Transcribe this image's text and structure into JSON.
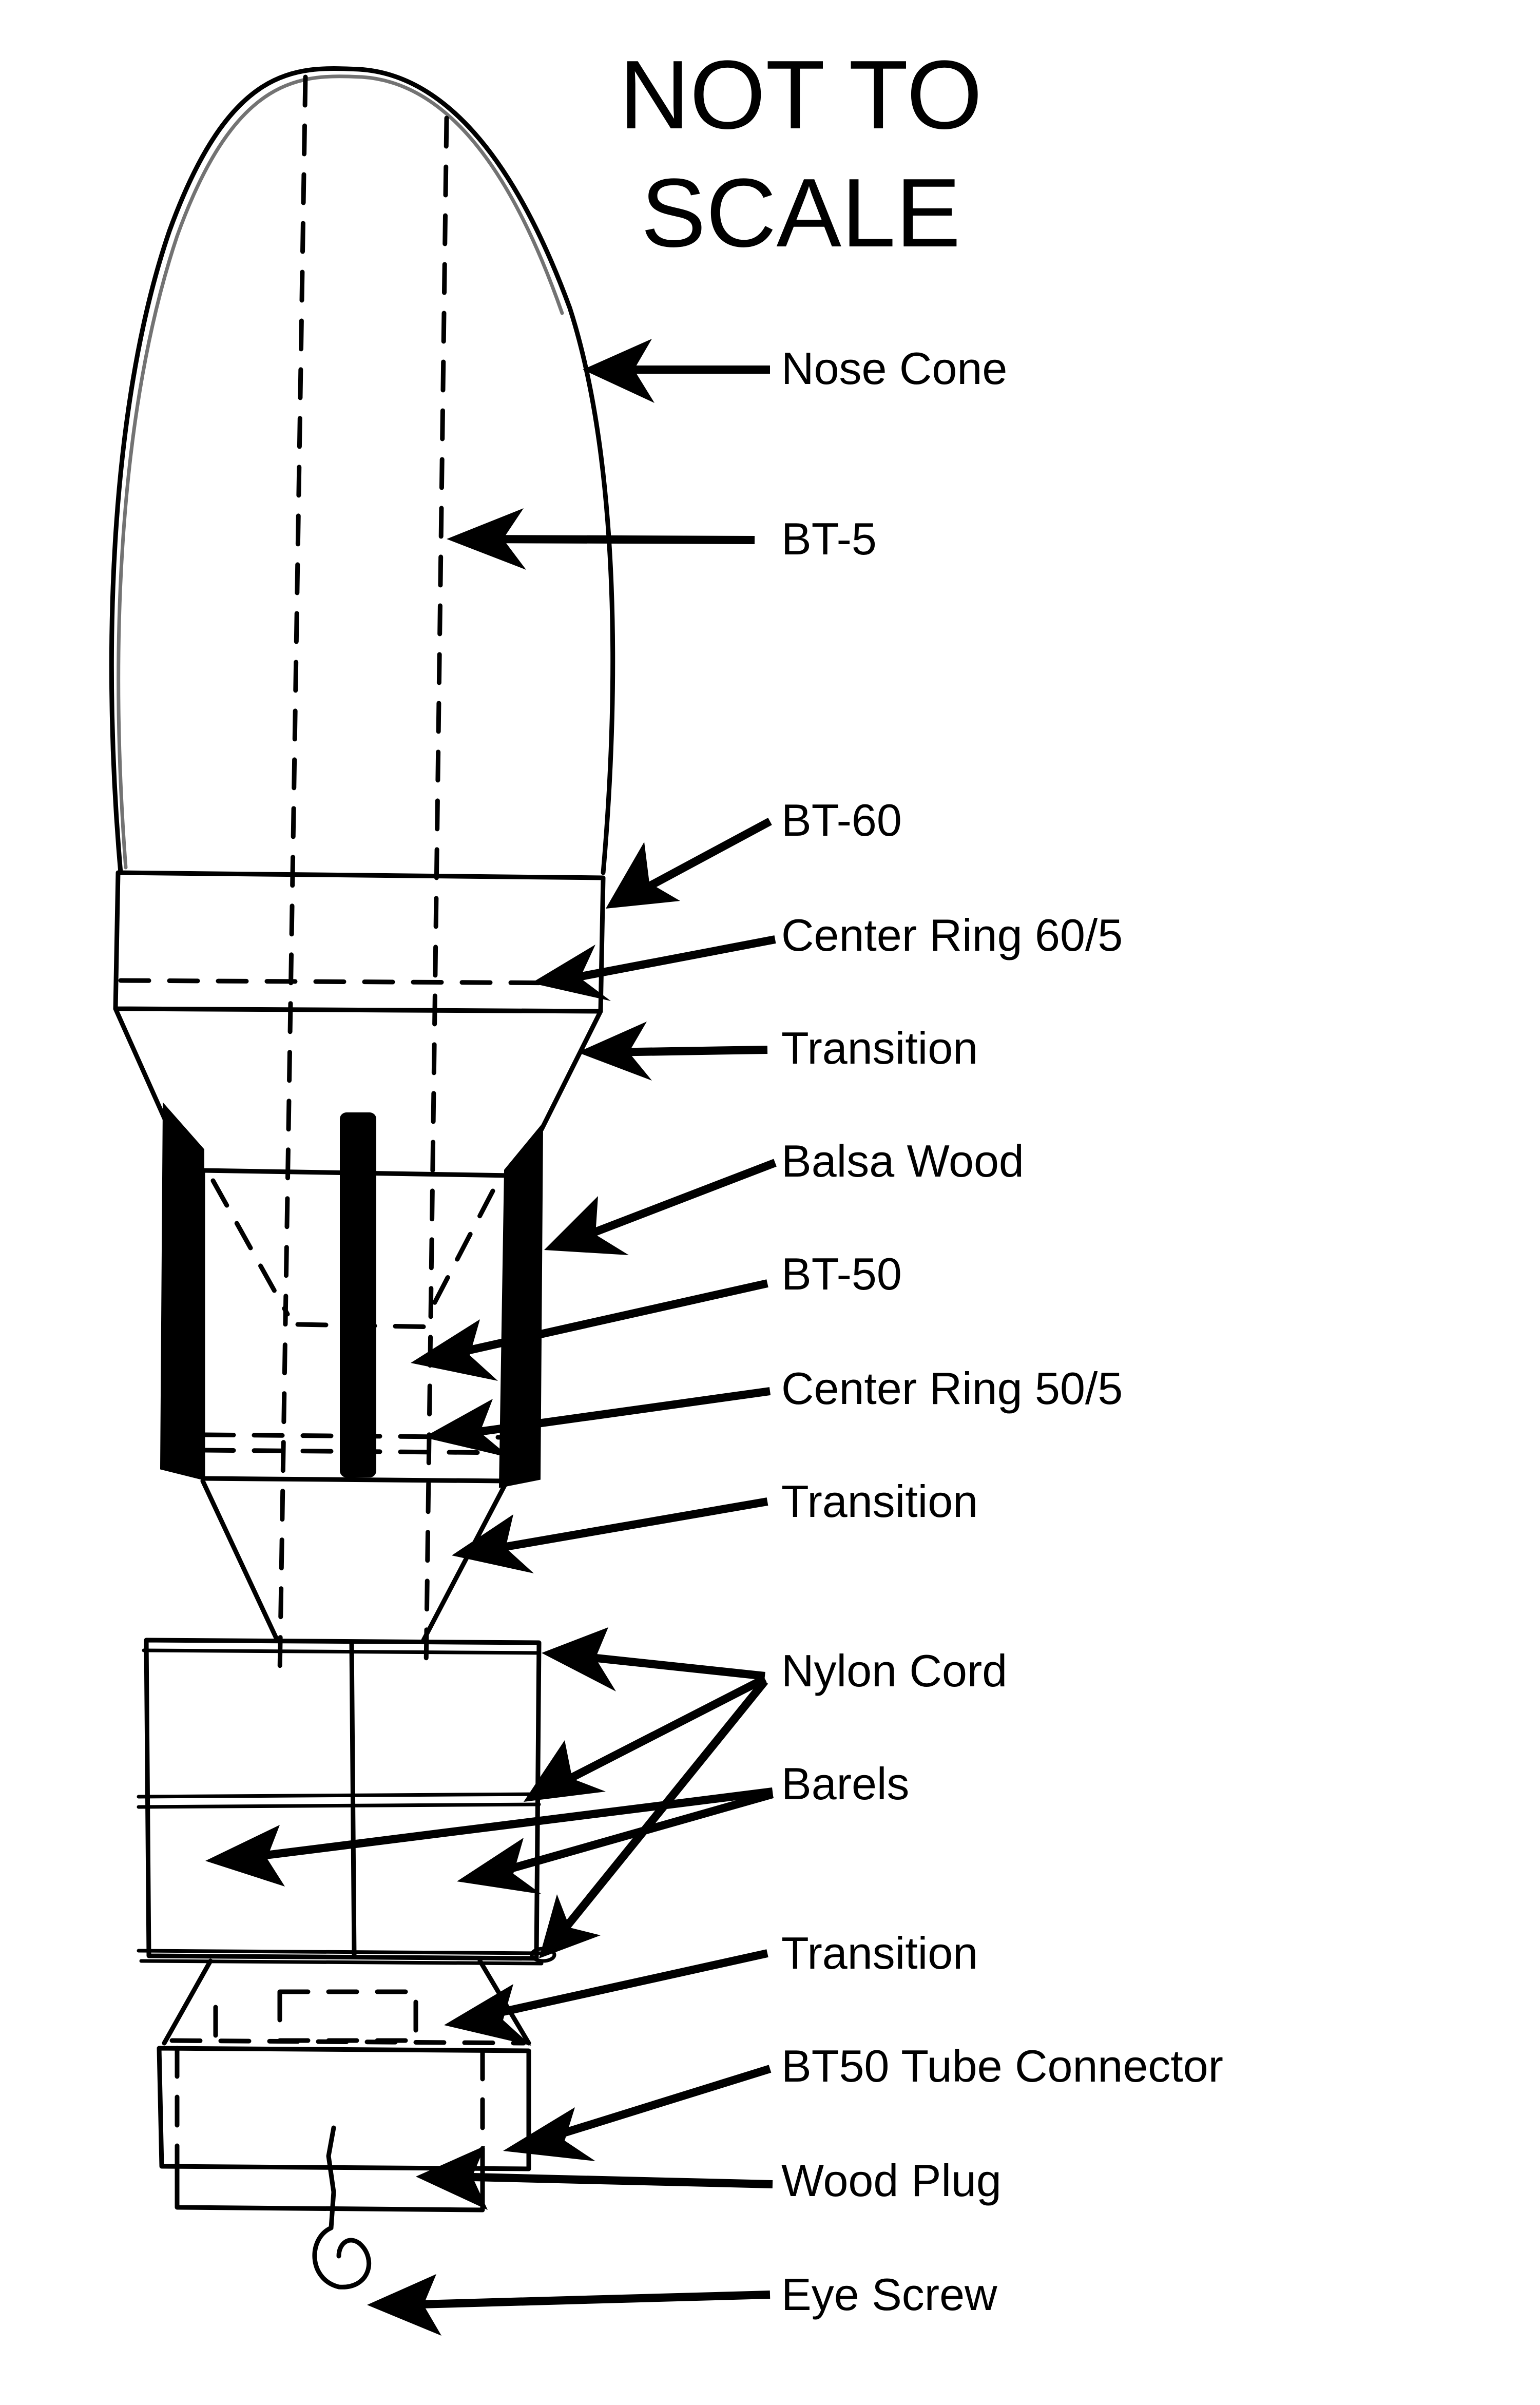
{
  "title": {
    "line1": "NOT TO",
    "line2": "SCALE"
  },
  "labels": [
    {
      "id": "nose-cone",
      "text": "Nose Cone"
    },
    {
      "id": "bt-5",
      "text": "BT-5"
    },
    {
      "id": "bt-60",
      "text": "BT-60"
    },
    {
      "id": "center-ring-60-5",
      "text": "Center Ring 60/5"
    },
    {
      "id": "transition-upper",
      "text": "Transition"
    },
    {
      "id": "balsa-wood",
      "text": "Balsa Wood"
    },
    {
      "id": "bt-50",
      "text": "BT-50"
    },
    {
      "id": "center-ring-50-5",
      "text": "Center Ring 50/5"
    },
    {
      "id": "transition-middle",
      "text": "Transition"
    },
    {
      "id": "nylon-cord",
      "text": "Nylon Cord"
    },
    {
      "id": "barels",
      "text": "Barels"
    },
    {
      "id": "transition-lower",
      "text": "Transition"
    },
    {
      "id": "bt50-tube-connector",
      "text": "BT50 Tube Connector"
    },
    {
      "id": "wood-plug",
      "text": "Wood Plug"
    },
    {
      "id": "eye-screw",
      "text": "Eye Screw"
    }
  ],
  "colors": {
    "ink": "#000000",
    "paper": "#ffffff"
  }
}
